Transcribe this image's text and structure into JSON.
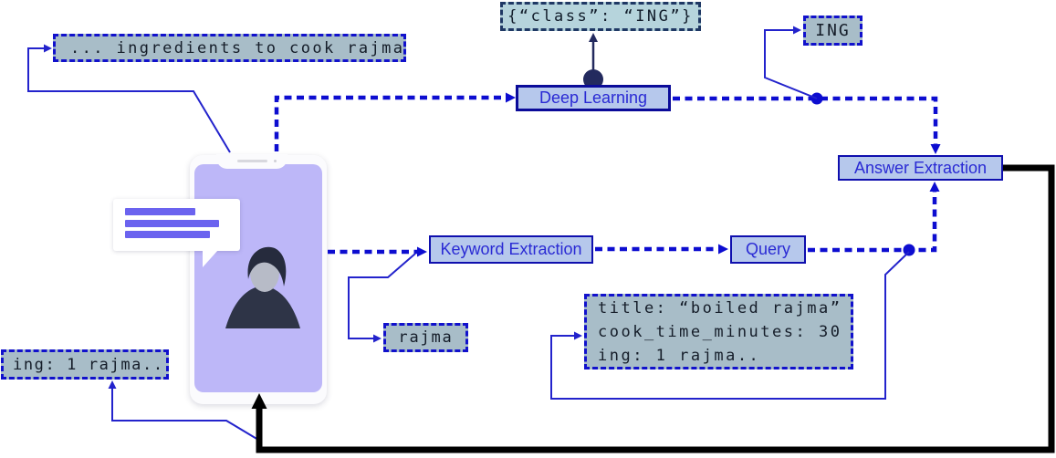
{
  "figure": {
    "description_labels": {
      "user_utterance": "... ingredients to cook rajma",
      "classifier_output": "{“class”: “ING”}",
      "class_tag": "ING",
      "deep_learning": "Deep Learning",
      "keyword_extraction": "Keyword Extraction",
      "query": "Query",
      "answer_extraction": "Answer Extraction",
      "keyword": "rajma",
      "db_record_lines": [
        "title: “boiled rajma”",
        "cook_time_minutes: 30",
        "ing: 1 rajma.."
      ],
      "answer_snippet": "ing: 1 rajma.."
    },
    "colors": {
      "dashed_flow_line": "#0d0dd0",
      "solid_flow_line": "#2323cc",
      "process_box_fill": "#b6c8ec",
      "process_box_border": "#0f0fae",
      "process_box_text": "#2a2ad4",
      "data_box_fill": "#a8bdc8",
      "data_box_border": "#1111cc",
      "data_box_text": "#151d29",
      "classifier_box_fill": "#b6d4dc",
      "classifier_box_border": "#1f3864",
      "navy_connector": "#232a5e",
      "feedback_line": "#000000",
      "phone_screen": "#bdb7f8",
      "bubble_bars": "#6b63ef"
    }
  }
}
